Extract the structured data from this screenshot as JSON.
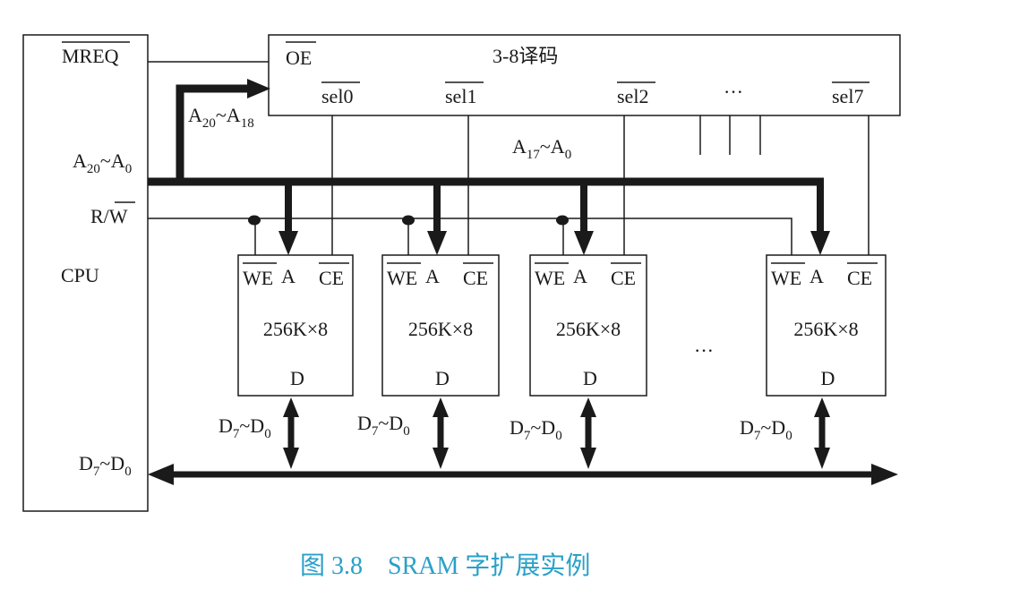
{
  "cpu": {
    "label": "CPU",
    "mreq": "MREQ",
    "addr_main": "A",
    "addr_sub_hi": "20",
    "addr_tilde": "~A",
    "addr_sub_lo": "0",
    "rw_r": "R/",
    "rw_w": "W",
    "data_main": "D",
    "data_sub_hi": "7",
    "data_tilde": "~D",
    "data_sub_lo": "0"
  },
  "decoder": {
    "title": "3-8译码",
    "oe": "OE",
    "outputs": [
      "sel0",
      "sel1",
      "sel2",
      "sel7"
    ],
    "ellipsis": "···",
    "input_label": {
      "main": "A",
      "sub_hi": "20",
      "tilde": "~A",
      "sub_lo": "18"
    }
  },
  "bus_label": {
    "main": "A",
    "sub_hi": "17",
    "tilde": "~A",
    "sub_lo": "0"
  },
  "chips": [
    {
      "we": "WE",
      "a": "A",
      "ce": "CE",
      "size": "256K×8",
      "d": "D",
      "dbus": {
        "main": "D",
        "sub_hi": "7",
        "tilde": "~D",
        "sub_lo": "0"
      }
    },
    {
      "we": "WE",
      "a": "A",
      "ce": "CE",
      "size": "256K×8",
      "d": "D",
      "dbus": {
        "main": "D",
        "sub_hi": "7",
        "tilde": "~D",
        "sub_lo": "0"
      }
    },
    {
      "we": "WE",
      "a": "A",
      "ce": "CE",
      "size": "256K×8",
      "d": "D",
      "dbus": {
        "main": "D",
        "sub_hi": "7",
        "tilde": "~D",
        "sub_lo": "0"
      }
    },
    {
      "we": "WE",
      "a": "A",
      "ce": "CE",
      "size": "256K×8",
      "d": "D",
      "dbus": {
        "main": "D",
        "sub_hi": "7",
        "tilde": "~D",
        "sub_lo": "0"
      }
    }
  ],
  "chips_ellipsis": "···",
  "caption": "图 3.8　SRAM 字扩展实例",
  "colors": {
    "line": "#1a1a1a",
    "caption": "#2aa0c8"
  }
}
